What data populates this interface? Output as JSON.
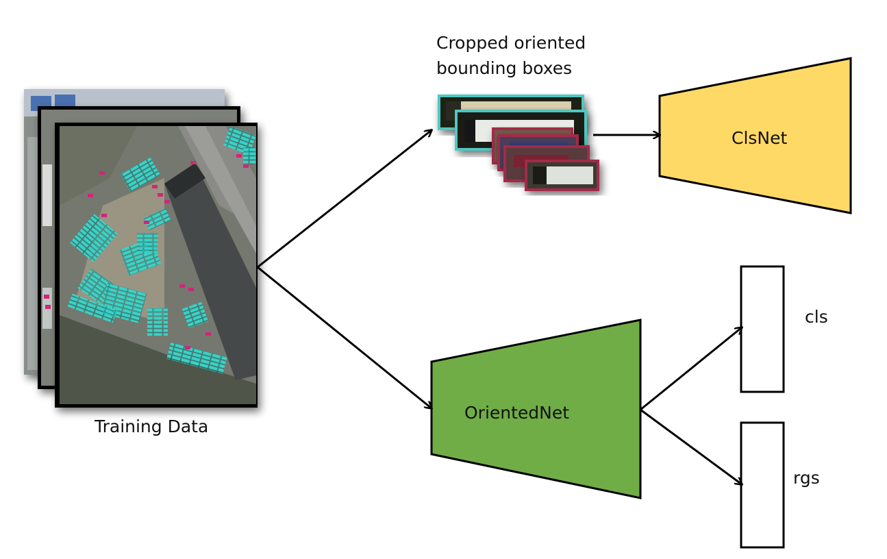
{
  "labels": {
    "training_data": "Training Data",
    "cropped_line1": "Cropped oriented",
    "cropped_line2": "bounding boxes",
    "clsnet": "ClsNet",
    "orientednet": "OrientedNet",
    "cls": "cls",
    "rgs": "rgs"
  },
  "colors": {
    "clsnet_fill": "#FFD966",
    "orientednet_fill": "#70AD47",
    "teal_box": "#4FC8C0",
    "red_box": "#A32A4A",
    "arrow": "#000000"
  }
}
